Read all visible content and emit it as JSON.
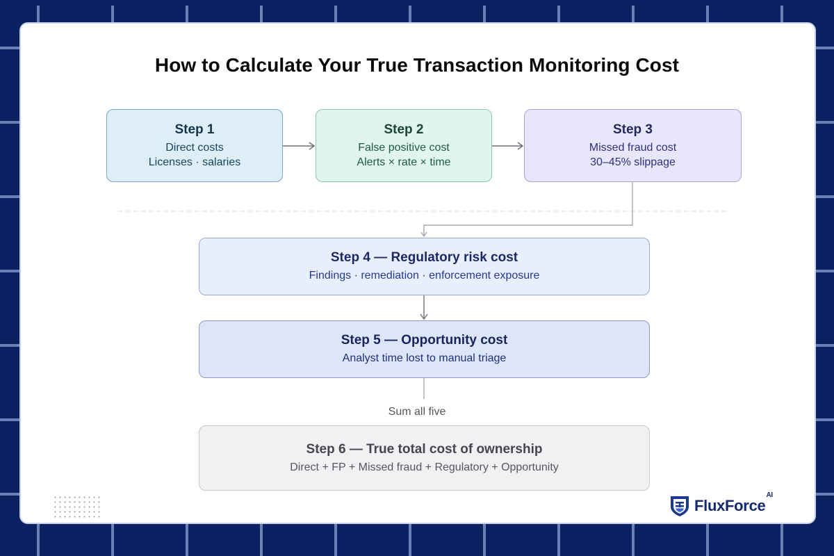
{
  "title": "How to Calculate Your True Transaction Monitoring Cost",
  "colors": {
    "background": "#0b2161",
    "grid_lines": "#6a82b6",
    "card": "#ffffff",
    "step1_fill": "#deeef6",
    "step2_fill": "#e0f5ec",
    "step3_fill": "#e8e6fb",
    "step4_fill": "#e9eefc",
    "step5_fill": "#dde5f8",
    "step6_fill": "#f1f1f4",
    "brand": "#142a6e"
  },
  "steps": [
    {
      "heading": "Step 1",
      "line1": "Direct costs",
      "line2": "Licenses · salaries"
    },
    {
      "heading": "Step 2",
      "line1": "False positive cost",
      "line2": "Alerts × rate × time"
    },
    {
      "heading": "Step 3",
      "line1": "Missed fraud cost",
      "line2": "30–45% slippage"
    },
    {
      "heading": "Step 4 — Regulatory risk cost",
      "line1": "Findings · remediation · enforcement exposure"
    },
    {
      "heading": "Step 5 — Opportunity cost",
      "line1": "Analyst time lost to manual triage"
    },
    {
      "heading": "Step 6 — True total cost of ownership",
      "line1": "Direct + FP + Missed fraud + Regulatory + Opportunity"
    }
  ],
  "connector_label": "Sum all five",
  "logo": {
    "icon": "shield-icon",
    "name": "FluxForce",
    "superscript": "AI"
  }
}
